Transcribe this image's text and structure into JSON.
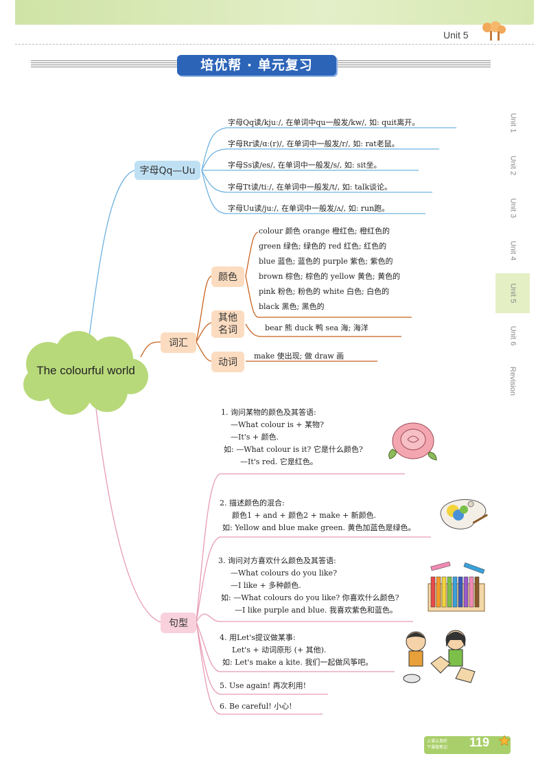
{
  "header": {
    "unit_label": "Unit 5",
    "banner_title": "培优帮 · 单元复习"
  },
  "side_tabs": [
    {
      "label": "Unit 1",
      "active": false
    },
    {
      "label": "Unit 2",
      "active": false
    },
    {
      "label": "Unit 3",
      "active": false
    },
    {
      "label": "Unit 4",
      "active": false
    },
    {
      "label": "Unit 5",
      "active": true
    },
    {
      "label": "Unit 6",
      "active": false
    },
    {
      "label": "Revision",
      "active": false
    }
  ],
  "center_title": "The colourful world",
  "branch_letters": {
    "label": "字母Qq—Uu",
    "items": [
      "字母Qq读/kjuː/, 在单词中qu一般发/kw/, 如: quit离开。",
      "字母Rr读/ɑː(r)/, 在单词中一般发/r/, 如: rat老鼠。",
      "字母Ss读/es/, 在单词中一般发/s/, 如: sit坐。",
      "字母Tt读/tiː/, 在单词中一般发/t/, 如: talk谈论。",
      "字母Uu读/juː/, 在单词中一般发/ʌ/, 如: run跑。"
    ]
  },
  "branch_vocab": {
    "label": "词汇",
    "colours": {
      "label": "颜色",
      "lines": [
        "colour 颜色   orange 橙红色; 橙红色的",
        "green 绿色; 绿色的   red 红色; 红色的",
        "blue 蓝色; 蓝色的   purple 紫色; 紫色的",
        "brown 棕色; 棕色的   yellow 黄色; 黄色的",
        "pink 粉色; 粉色的   white 白色; 白色的",
        "black 黑色; 黑色的"
      ]
    },
    "other_nouns": {
      "label_1": "其他",
      "label_2": "名词",
      "text": "bear 熊    duck 鸭    sea 海; 海洋"
    },
    "verbs": {
      "label": "动词",
      "text": "make 使出现; 做    draw 画"
    }
  },
  "branch_sentences": {
    "label": "句型",
    "groups": [
      {
        "lines": [
          "1. 询问某物的颜色及其答语:",
          "—What colour is + 某物?",
          "—It's + 颜色.",
          "如: —What colour is it? 它是什么颜色?",
          "—It's red. 它是红色。"
        ]
      },
      {
        "lines": [
          "2. 描述颜色的混合:",
          "颜色1 + and + 颜色2 + make + 新颜色.",
          "如: Yellow and blue make green. 黄色加蓝色是绿色。"
        ]
      },
      {
        "lines": [
          "3. 询问对方喜欢什么颜色及其答语:",
          "—What colours do you like?",
          "—I like + 多种颜色.",
          "如: —What colours do you like? 你喜欢什么颜色?",
          "—I like purple and blue. 我喜欢紫色和蓝色。"
        ]
      },
      {
        "lines": [
          "4. 用Let's提议做某事:",
          "Let's + 动词原形 (+ 其他).",
          "如: Let's make a kite. 我们一起做风筝吧。"
        ]
      },
      {
        "lines": [
          "5. Use again! 再次利用!"
        ]
      },
      {
        "lines": [
          "6. Be careful! 小心!"
        ]
      }
    ]
  },
  "footer": {
    "badge_line_1": "上课认真听",
    "badge_line_2": "下课做笔记",
    "page_number": "119"
  },
  "colors": {
    "letters_branch": "#6fb2e0",
    "vocab_branch": "#c8621f",
    "sentence_branch": "#e79ab4",
    "node_fill": "#fbdcc0",
    "cloud": "#b8d97a",
    "banner": "#2c64b8"
  }
}
